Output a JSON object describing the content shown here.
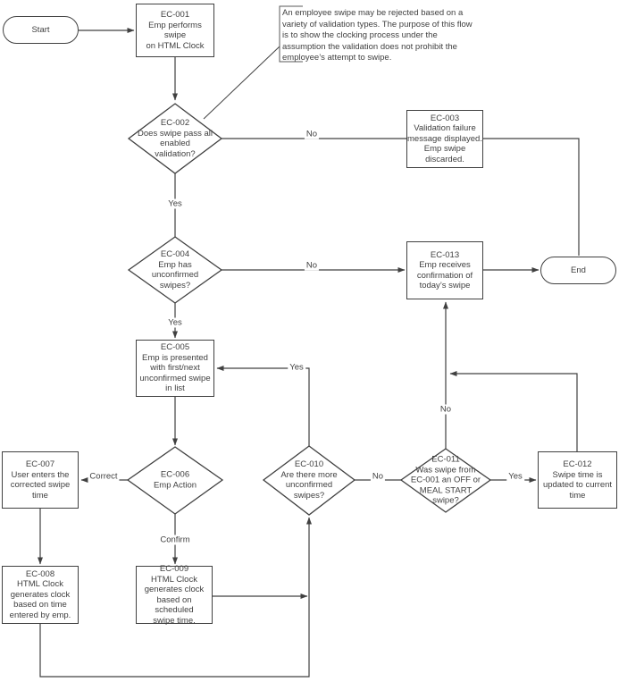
{
  "note": "An employee swipe may be rejected based on a\nvariety of validation types. The purpose of this flow\nis to show the clocking process under the\nassumption the validation does not prohibit the\nemployee’s attempt to swipe.",
  "nodes": {
    "start": "Start",
    "end": "End",
    "ec001": "EC-001\nEmp performs swipe\non HTML Clock",
    "ec002": "EC-002\nDoes swipe pass all\nenabled\nvalidation?",
    "ec003": "EC-003\nValidation failure\nmessage displayed.\nEmp swipe\ndiscarded.",
    "ec004": "EC-004\nEmp has\nunconfirmed\nswipes?",
    "ec005": "EC-005\nEmp is presented\nwith first/next\nunconfirmed swipe\nin list",
    "ec006": "EC-006\nEmp Action",
    "ec007": "EC-007\nUser enters the\ncorrected swipe\ntime",
    "ec008": "EC-008\nHTML Clock\ngenerates clock\nbased on time\nentered by emp.",
    "ec009": "EC-009\nHTML Clock\ngenerates clock\nbased on scheduled\nswipe time.",
    "ec010": "EC-010\nAre there more\nunconfirmed\nswipes?",
    "ec011": "EC-011\nWas swipe from\nEC-001 an OFF or\nMEAL START\nswipe?",
    "ec012": "EC-012\nSwipe time is\nupdated to current\ntime",
    "ec013": "EC-013\nEmp receives\nconfirmation of\ntoday’s swipe"
  },
  "labels": {
    "ec002_no": "No",
    "ec002_yes": "Yes",
    "ec004_no": "No",
    "ec004_yes": "Yes",
    "ec010_yes": "Yes",
    "ec006_correct": "Correct",
    "ec006_confirm": "Confirm",
    "ec010_no": "No",
    "ec011_yes": "Yes",
    "ec011_no": "No"
  },
  "colors": {
    "line": "#404040",
    "text": "#3f3f3f",
    "note_bracket": "#595959"
  }
}
